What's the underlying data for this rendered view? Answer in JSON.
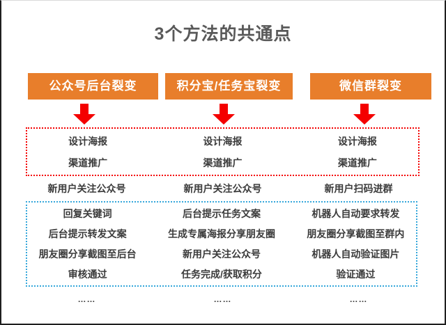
{
  "title": "3个方法的共通点",
  "colors": {
    "header_bg": "#E87E2B",
    "header_text": "#FFFFFF",
    "arrow_red": "#F40000",
    "red_box_border": "#F40000",
    "blue_box_border": "#35A7DB",
    "title_text": "#595959",
    "step_text": "#3B3B3B"
  },
  "columns": [
    {
      "header": "公众号后台裂变",
      "red_steps": [
        "设计海报",
        "渠道推广"
      ],
      "bridge": "新用户关注公众号",
      "blue_steps": [
        "回复关键词",
        "后台提示转发文案",
        "朋友圈分享截图至后台",
        "审核通过"
      ],
      "more": "……"
    },
    {
      "header": "积分宝/任务宝裂变",
      "red_steps": [
        "设计海报",
        "渠道推广"
      ],
      "bridge": "新用户关注公众号",
      "blue_steps": [
        "后台提示任务文案",
        "生成专属海报分享朋友圈",
        "新用户关注公众号",
        "任务完成/获取积分"
      ],
      "more": "……"
    },
    {
      "header": "微信群裂变",
      "red_steps": [
        "设计海报",
        "渠道推广"
      ],
      "bridge": "新用户扫码进群",
      "blue_steps": [
        "机器人自动要求转发",
        "朋友圈分享截图至群内",
        "机器人自动验证图片",
        "验证通过"
      ],
      "more": "……"
    }
  ]
}
